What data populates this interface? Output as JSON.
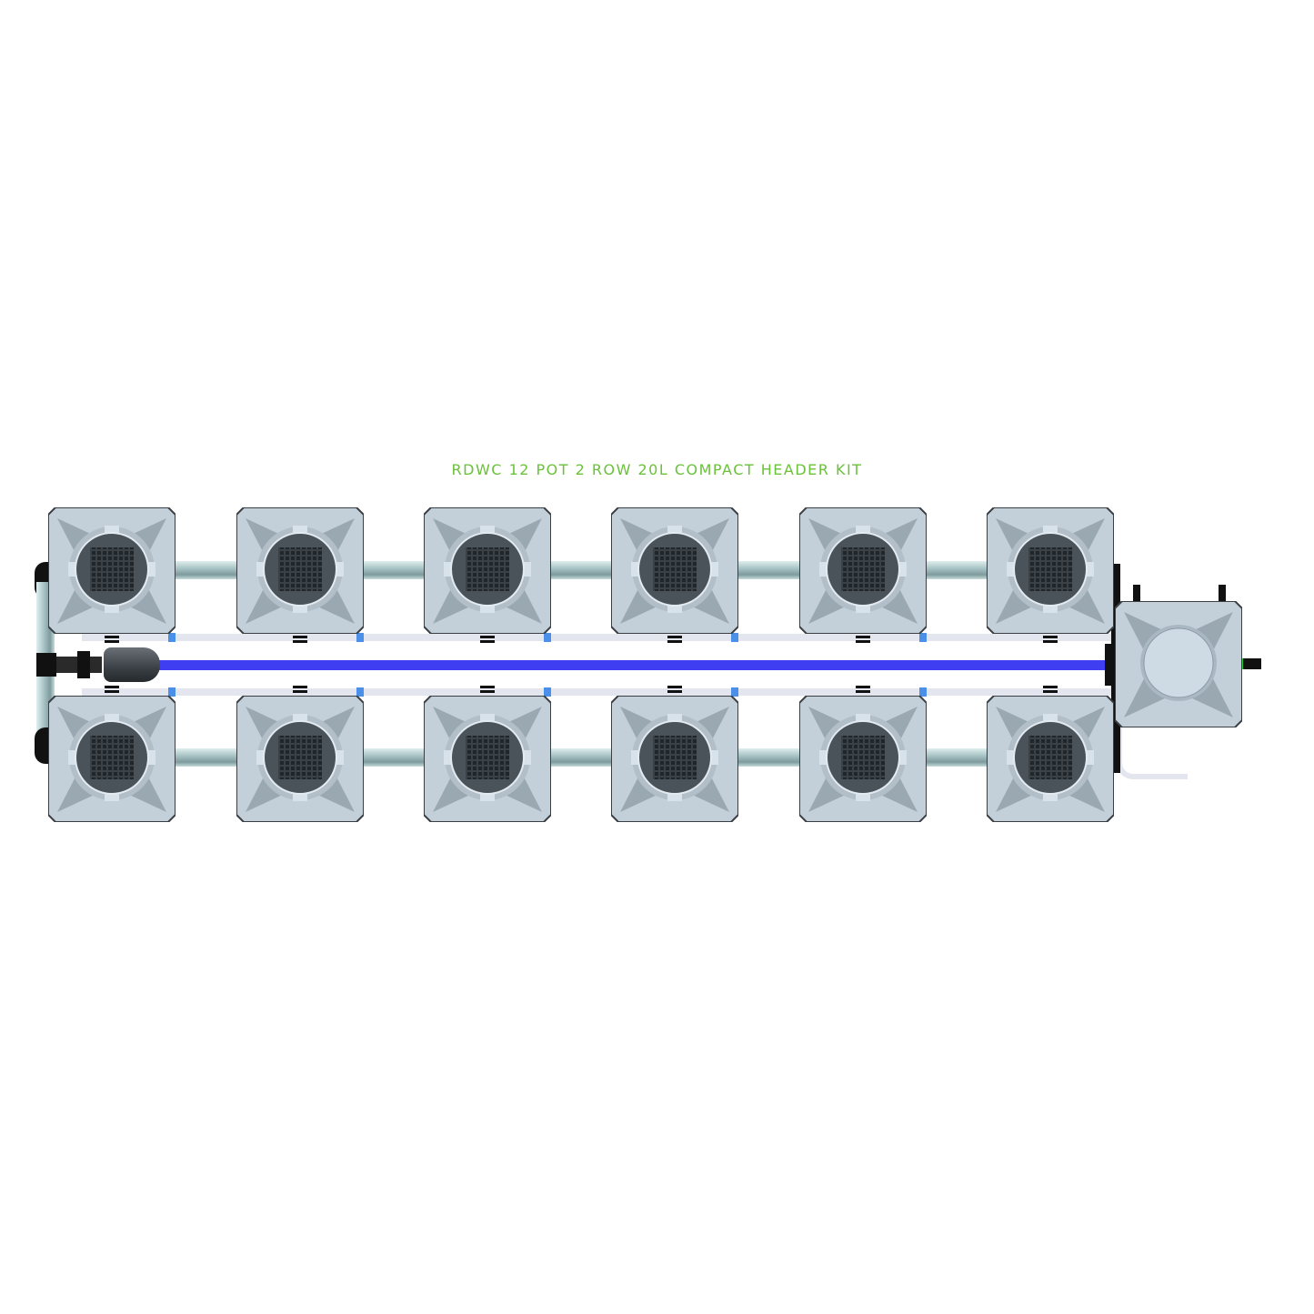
{
  "title": "RDWC 12 POT 2 ROW 20L COMPACT HEADER KIT",
  "colors": {
    "title": "#6ac13a",
    "pot_body": "#c3d0da",
    "pot_lid": "#4a535a",
    "pipe": "#a9c4c6",
    "feed_line": "#3f3ef0",
    "clip": "#4a90e8",
    "rail": "#e3e6ee"
  },
  "diagram": {
    "pots_per_row": 6,
    "rows": 2,
    "pot_volume": "20L",
    "top_row": [
      "pot-1",
      "pot-2",
      "pot-3",
      "pot-4",
      "pot-5",
      "pot-6"
    ],
    "bottom_row": [
      "pot-7",
      "pot-8",
      "pot-9",
      "pot-10",
      "pot-11",
      "pot-12"
    ],
    "header_tank": "header-tank",
    "components": [
      "pump",
      "feed-line",
      "return-pipes",
      "drain-hose"
    ]
  }
}
